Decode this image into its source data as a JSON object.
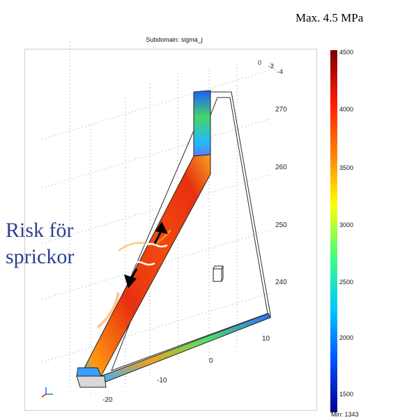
{
  "title": "Subdomain: sigma_j",
  "max_label": "Max. 4.5 MPa",
  "annotation": {
    "line1": "Risk för",
    "line2": "sprickor"
  },
  "z_ticks": [
    "270",
    "260",
    "250",
    "240"
  ],
  "y_ticks": [
    "-20",
    "-10",
    "0",
    "10"
  ],
  "top_ticks": [
    "0",
    "-2",
    "-4"
  ],
  "colorbar": {
    "ticks": [
      "4500",
      "4000",
      "3500",
      "3000",
      "2500",
      "2000",
      "1500"
    ],
    "min_label": "Min: 1343",
    "colors": [
      "#00008f",
      "#0050ff",
      "#00c8ff",
      "#40ff80",
      "#ffff00",
      "#ff7f00",
      "#ff1a00",
      "#7f0000"
    ]
  }
}
